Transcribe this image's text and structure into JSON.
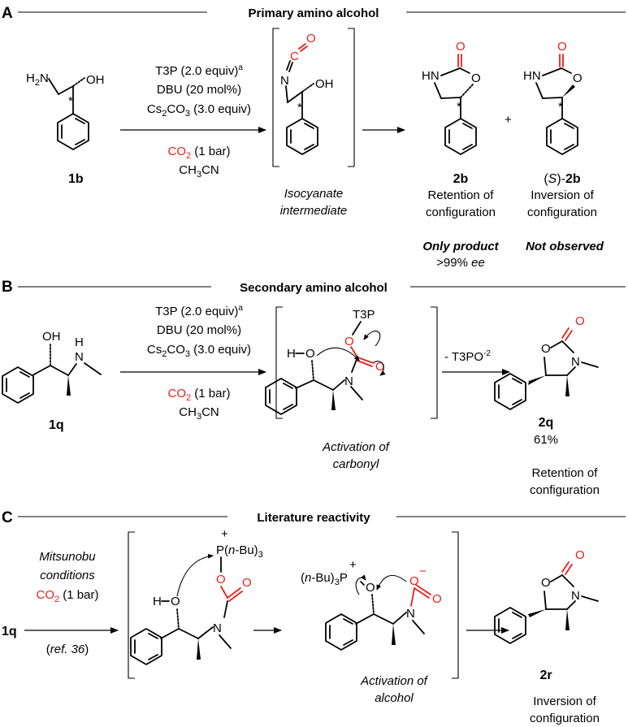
{
  "sectionA": {
    "letter": "A",
    "header": "Primary amino alcohol",
    "reagents": [
      "T3P (2.0 equiv)",
      "DBU (20 mol%)",
      "Cs",
      "CO",
      " (3.0 equiv)"
    ],
    "t3p": "T3P (2.0 equiv)",
    "sup_a": "a",
    "dbu": "DBU (20 mol%)",
    "cs_prefix": "Cs",
    "cs_mid": "CO",
    "cs_suffix": " (3.0 equiv)",
    "co2": "CO",
    "co2_suffix": " (1 bar)",
    "solvent": "CH",
    "solvent_suffix": "CN",
    "sm_label": "1b",
    "intermediate_line1": "Isocyanate",
    "intermediate_line2": "intermediate",
    "plus": "+",
    "p1_label": "2b",
    "p1_line1": "Retention of",
    "p1_line2": "configuration",
    "p1_note": "Only product",
    "p1_ee_value": ">99% ",
    "p1_ee_unit": "ee",
    "p2_label_open": "(",
    "p2_label_S": "S",
    "p2_label_close": ")-",
    "p2_label": "2b",
    "p2_line1": "Inversion of",
    "p2_line2": "configuration",
    "p2_note": "Not observed"
  },
  "sectionB": {
    "letter": "B",
    "header": "Secondary amino alcohol",
    "sm_label": "1q",
    "leaving": "- T3PO",
    "leaving_charge": "-2",
    "activation_line1": "Activation of",
    "activation_line2": "carbonyl",
    "p_label": "2q",
    "p_yield": "61%",
    "p_line1": "Retention of",
    "p_line2": "configuration",
    "t3p_group": "T3P"
  },
  "sectionC": {
    "letter": "C",
    "header": "Literature reactivity",
    "cond_line1": "Mitsunobu",
    "cond_line2": "conditions",
    "co2": "CO",
    "co2_suffix": " (1 bar)",
    "ref_open": "(",
    "ref": "ref. 36",
    "ref_close": ")",
    "sm_label": "1q",
    "phos1": "P(",
    "nbu": "n",
    "phos1_suffix": "-Bu)",
    "phos1_sub": "3",
    "phos2_open": "(",
    "phos2_mid": "-Bu)",
    "phos2_sub": "3",
    "phos2_P": "P",
    "activation_line1": "Activation of",
    "activation_line2": "alcohol",
    "p_label": "2r",
    "p_line1": "Inversion of",
    "p_line2": "configuration"
  },
  "atoms": {
    "H2N": "H",
    "N": "N",
    "O": "O",
    "OH": "OH",
    "HN": "HN",
    "H": "H",
    "C": "C",
    "plus": "+",
    "minus": "−",
    "star": "*",
    "H_O": "H",
    "two": "2",
    "three": "3"
  },
  "colors": {
    "highlight": "#e8201a",
    "text": "#000000"
  }
}
